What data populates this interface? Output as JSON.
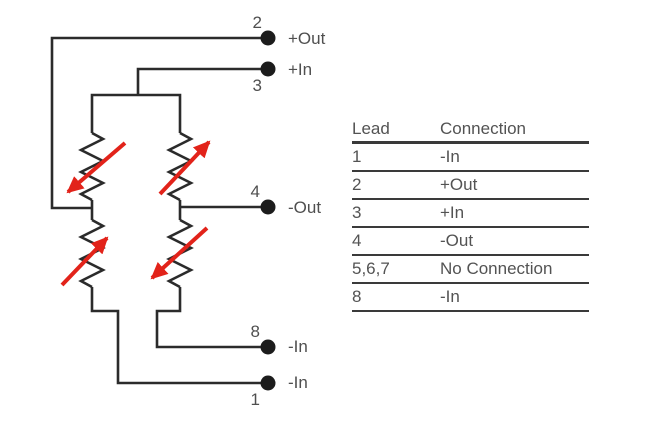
{
  "diagram": {
    "type": "strain-gauge-wheatstone-bridge-schematic",
    "terminals": [
      {
        "number": "2",
        "label": "+Out"
      },
      {
        "number": "3",
        "label": "+In"
      },
      {
        "number": "4",
        "label": "-Out"
      },
      {
        "number": "8",
        "label": "-In"
      },
      {
        "number": "1",
        "label": "-In"
      }
    ],
    "gauges": [
      {
        "position": "top-left",
        "arrow_direction": "down-left"
      },
      {
        "position": "top-right",
        "arrow_direction": "up-right"
      },
      {
        "position": "bottom-left",
        "arrow_direction": "up-right"
      },
      {
        "position": "bottom-right",
        "arrow_direction": "down-left"
      }
    ],
    "colors": {
      "wire": "#2b2b2b",
      "arrow_red": "#e2231a",
      "text": "#4f4f4f",
      "table_line": "#3a3a3a"
    }
  },
  "table": {
    "columns": [
      "Lead",
      "Connection"
    ],
    "rows": [
      [
        "1",
        "-In"
      ],
      [
        "2",
        "+Out"
      ],
      [
        "3",
        "+In"
      ],
      [
        "4",
        "-Out"
      ],
      [
        "5,6,7",
        "No Connection"
      ],
      [
        "8",
        "-In"
      ]
    ]
  }
}
